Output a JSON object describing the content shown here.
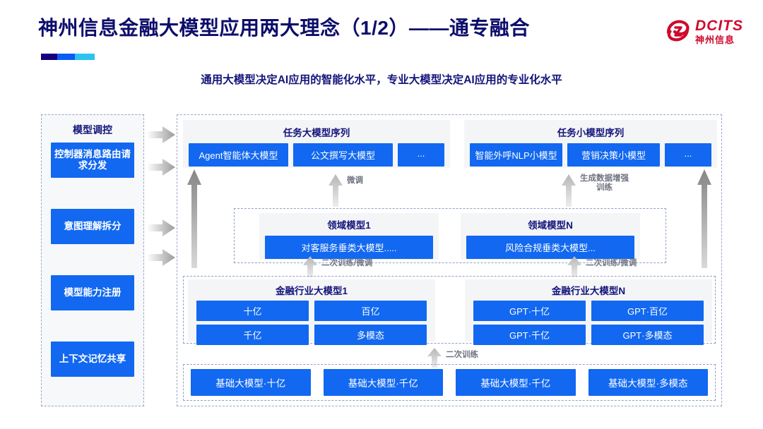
{
  "header": {
    "title": "神州信息金融大模型应用两大理念（1/2）——通专融合",
    "subtitle": "通用大模型决定AI应用的智能化水平，专业大模型决定AI应用的专业化水平",
    "logo_en": "DCITS",
    "logo_cn": "神州信息",
    "accent_colors": [
      "#13007c",
      "#0b5cf5",
      "#2cc3f0"
    ],
    "title_color": "#0d0d6b",
    "subtitle_color": "#14147a",
    "logo_color": "#cf0a2c"
  },
  "sidebar": {
    "title": "模型调控",
    "items": [
      {
        "label": "控制器消息路由请求分发"
      },
      {
        "label": "意图理解拆分"
      },
      {
        "label": "模型能力注册"
      },
      {
        "label": "上下文记忆共享"
      }
    ]
  },
  "task_sequences": [
    {
      "title": "任务大模型序列",
      "chips": [
        "Agent智能体大模型",
        "公文撰写大模型",
        "..."
      ]
    },
    {
      "title": "任务小模型序列",
      "chips": [
        "智能外呼NLP小模型",
        "营销决策小模型",
        "..."
      ]
    }
  ],
  "domain_models": [
    {
      "title": "领域模型1",
      "chip": "对客服务垂类大模型....."
    },
    {
      "title": "领域模型N",
      "chip": "风险合规垂类大模型..."
    }
  ],
  "industry_models": [
    {
      "title": "金融行业大模型1",
      "cells": [
        "十亿",
        "百亿",
        "千亿",
        "多模态"
      ]
    },
    {
      "title": "金融行业大模型N",
      "cells": [
        "GPT·十亿",
        "GPT·百亿",
        "GPT·千亿",
        "GPT·多模态"
      ]
    }
  ],
  "base_models": [
    "基础大模型·十亿",
    "基础大模型·千亿",
    "基础大模型·千亿",
    "基础大模型·多模态"
  ],
  "connectors": [
    {
      "label": "微调"
    },
    {
      "label": "生成数据增强\n训练"
    },
    {
      "label": "二次训练/微调"
    },
    {
      "label": "二次训练/微调"
    },
    {
      "label": "二次训练"
    }
  ],
  "colors": {
    "chip_blue": "#1268f0",
    "panel_gray": "#f4f5f7",
    "dash_border": "#8fa0c8",
    "connector_text": "#6f7480"
  }
}
